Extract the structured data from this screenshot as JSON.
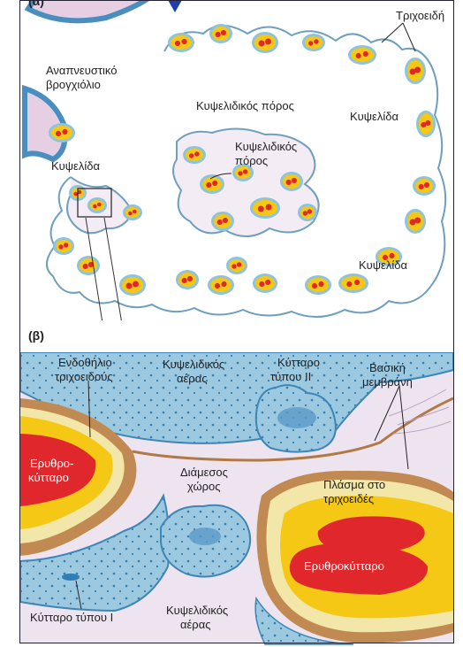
{
  "panel_a": {
    "panel_label": "(α)",
    "labels": {
      "capillaries": "Τριχοειδή",
      "respiratory_bronchiole": [
        "Αναπνευστικό",
        "βρογχιόλιο"
      ],
      "alveolar_duct_top": "Κυψελιδικός πόρος",
      "alveolus_right": "Κυψελίδα",
      "alveolus_left": "Κυψελίδα",
      "alveolar_pore": [
        "Κυψελιδικός",
        "πόρος"
      ],
      "alveolus_bottom": "Κυψελίδα"
    }
  },
  "panel_b": {
    "panel_label": "(β)",
    "labels": {
      "capillary_endothelium": [
        "Ενδοθήλιο",
        "τριχοειδούς"
      ],
      "alveolar_air_top": [
        "Κυψελιδικός",
        "αέρας"
      ],
      "type2_cell": [
        "Κύτταρο",
        "τύπου ΙΙ"
      ],
      "basement_membrane": [
        "Βασική",
        "μεμβράνη"
      ],
      "rbc_left": [
        "Ερυθρο-",
        "κύτταρο"
      ],
      "interstitial_space": [
        "Διάμεσος",
        "χώρος"
      ],
      "capillary_plasma": [
        "Πλάσμα στο",
        "τριχοειδές"
      ],
      "rbc_right": "Ερυθροκύτταρο",
      "type1_cell": "Κύτταρο τύπου Ι",
      "alveolar_air_bottom": [
        "Κυψελιδικός",
        "αέρας"
      ]
    }
  },
  "colors": {
    "epithelium": "#8fc3dc",
    "epithelium_dark": "#3d86b6",
    "capillary_wall": "#c08a52",
    "plasma": "#f2e6a8",
    "capillary_yellow": "#f5c816",
    "rbc": "#e0282c",
    "interstitium": "#e6cfe3",
    "nucleus": "#4a8ec0"
  }
}
